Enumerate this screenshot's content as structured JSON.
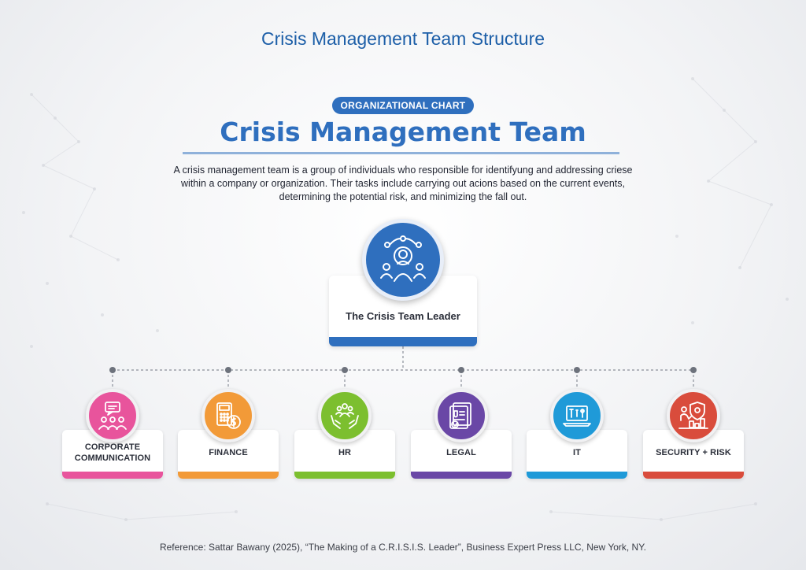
{
  "page_title": "Crisis Management Team Structure",
  "badge": "ORGANIZATIONAL CHART",
  "main_title": "Crisis Management Team",
  "description": "A crisis management team is a group of individuals who responsible for identifyung and addressing criese within a company or organization. Their tasks include carrying out acions based on the current events, determining the potential risk, and minimizing the fall out.",
  "leader": {
    "label": "The Crisis Team Leader",
    "icon": "team-leader-network-icon",
    "color": "#2f6fbe"
  },
  "departments": [
    {
      "label": "CORPORATE COMMUNICATION",
      "icon": "chat-group-icon",
      "color": "#e8549c"
    },
    {
      "label": "FINANCE",
      "icon": "calculator-money-icon",
      "color": "#f29a38"
    },
    {
      "label": "HR",
      "icon": "people-care-hands-icon",
      "color": "#7cbf2f"
    },
    {
      "label": "LEGAL",
      "icon": "legal-document-shield-icon",
      "color": "#6a47a6"
    },
    {
      "label": "IT",
      "icon": "laptop-tools-icon",
      "color": "#1f9ad8"
    },
    {
      "label": "SECURITY + RISK",
      "icon": "security-risk-shield-icon",
      "color": "#d94c3c"
    }
  ],
  "reference": "Reference: Sattar Bawany (2025), “The Making of a C.R.I.S.I.S. Leader”, Business Expert Press LLC, New York, NY."
}
